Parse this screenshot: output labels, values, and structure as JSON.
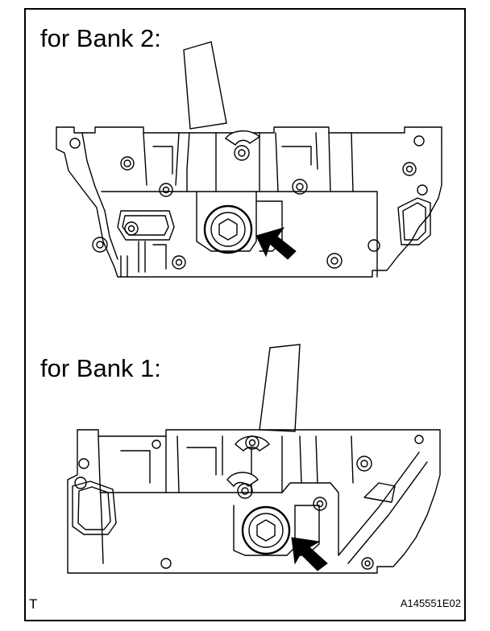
{
  "labels": {
    "bank2": "for Bank 2:",
    "bank1": "for Bank 1:",
    "corner_code": "T",
    "figure_id": "A145551E02"
  },
  "colors": {
    "line": "#000000",
    "background": "#ffffff"
  },
  "icons": {
    "pointer": "arrow-icon",
    "plug": "hex-socket-plug-icon"
  }
}
